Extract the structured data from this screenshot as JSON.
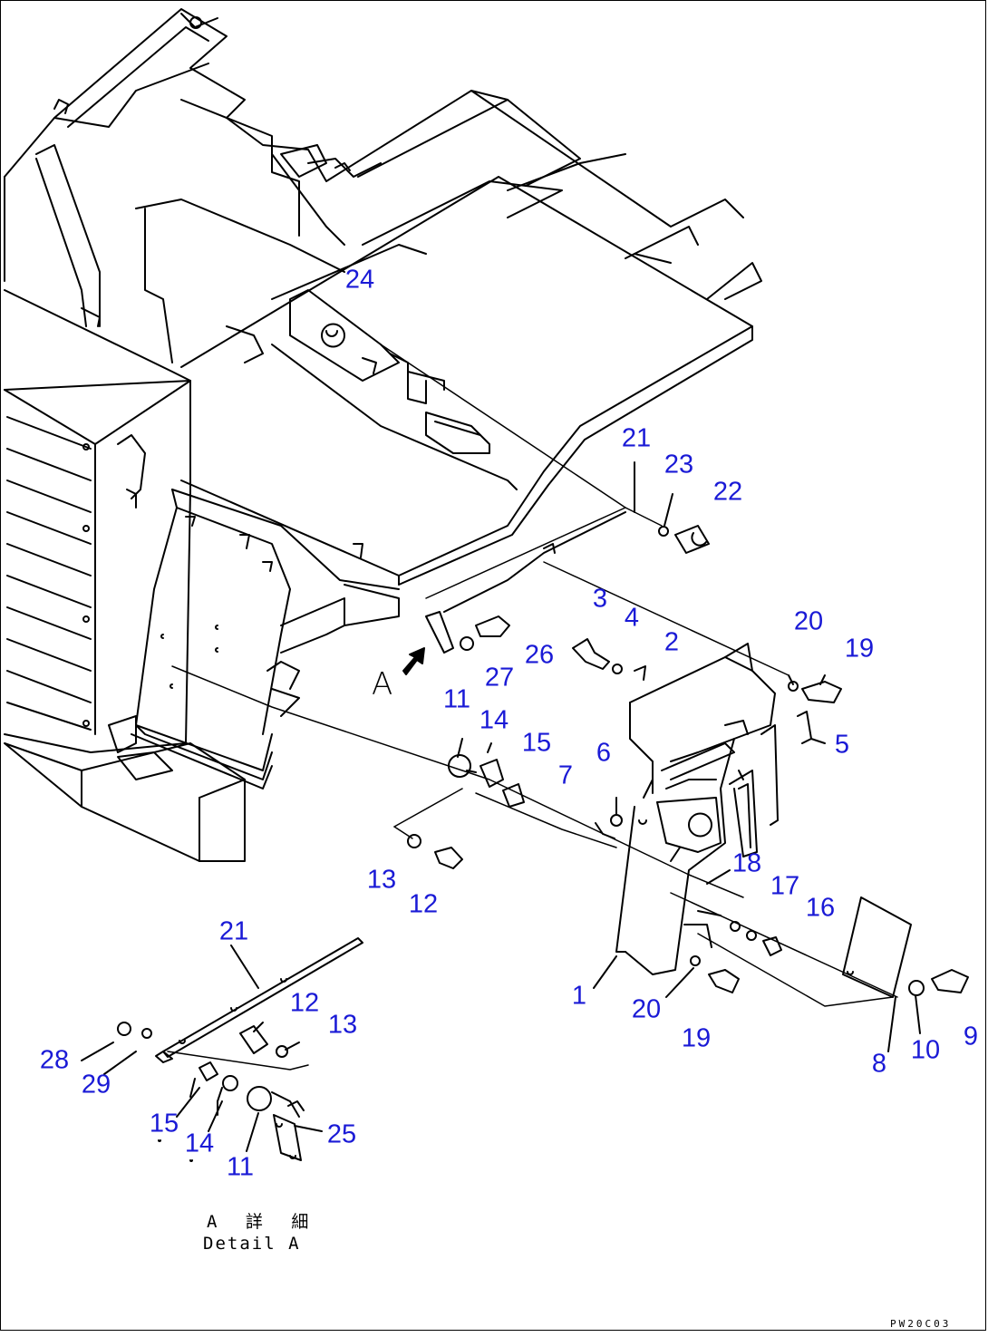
{
  "diagram": {
    "view_label": "A",
    "detail_caption_jp": "A 詳 細",
    "detail_caption_en": "Detail A",
    "drawing_code": "PW20C03",
    "callout_color": "#1a1ad6",
    "callouts": [
      {
        "id": "24",
        "label": "24"
      },
      {
        "id": "21a",
        "label": "21"
      },
      {
        "id": "23",
        "label": "23"
      },
      {
        "id": "22",
        "label": "22"
      },
      {
        "id": "3",
        "label": "3"
      },
      {
        "id": "4",
        "label": "4"
      },
      {
        "id": "2",
        "label": "2"
      },
      {
        "id": "20a",
        "label": "20"
      },
      {
        "id": "19a",
        "label": "19"
      },
      {
        "id": "26",
        "label": "26"
      },
      {
        "id": "27",
        "label": "27"
      },
      {
        "id": "11a",
        "label": "11"
      },
      {
        "id": "14a",
        "label": "14"
      },
      {
        "id": "15a",
        "label": "15"
      },
      {
        "id": "5",
        "label": "5"
      },
      {
        "id": "6",
        "label": "6"
      },
      {
        "id": "7",
        "label": "7"
      },
      {
        "id": "18",
        "label": "18"
      },
      {
        "id": "17",
        "label": "17"
      },
      {
        "id": "16",
        "label": "16"
      },
      {
        "id": "13a",
        "label": "13"
      },
      {
        "id": "12a",
        "label": "12"
      },
      {
        "id": "1",
        "label": "1"
      },
      {
        "id": "20b",
        "label": "20"
      },
      {
        "id": "19b",
        "label": "19"
      },
      {
        "id": "8",
        "label": "8"
      },
      {
        "id": "10",
        "label": "10"
      },
      {
        "id": "9",
        "label": "9"
      },
      {
        "id": "21b",
        "label": "21"
      },
      {
        "id": "12b",
        "label": "12"
      },
      {
        "id": "13b",
        "label": "13"
      },
      {
        "id": "28",
        "label": "28"
      },
      {
        "id": "29",
        "label": "29"
      },
      {
        "id": "15b",
        "label": "15"
      },
      {
        "id": "14b",
        "label": "14"
      },
      {
        "id": "25",
        "label": "25"
      },
      {
        "id": "11b",
        "label": "11"
      }
    ]
  }
}
